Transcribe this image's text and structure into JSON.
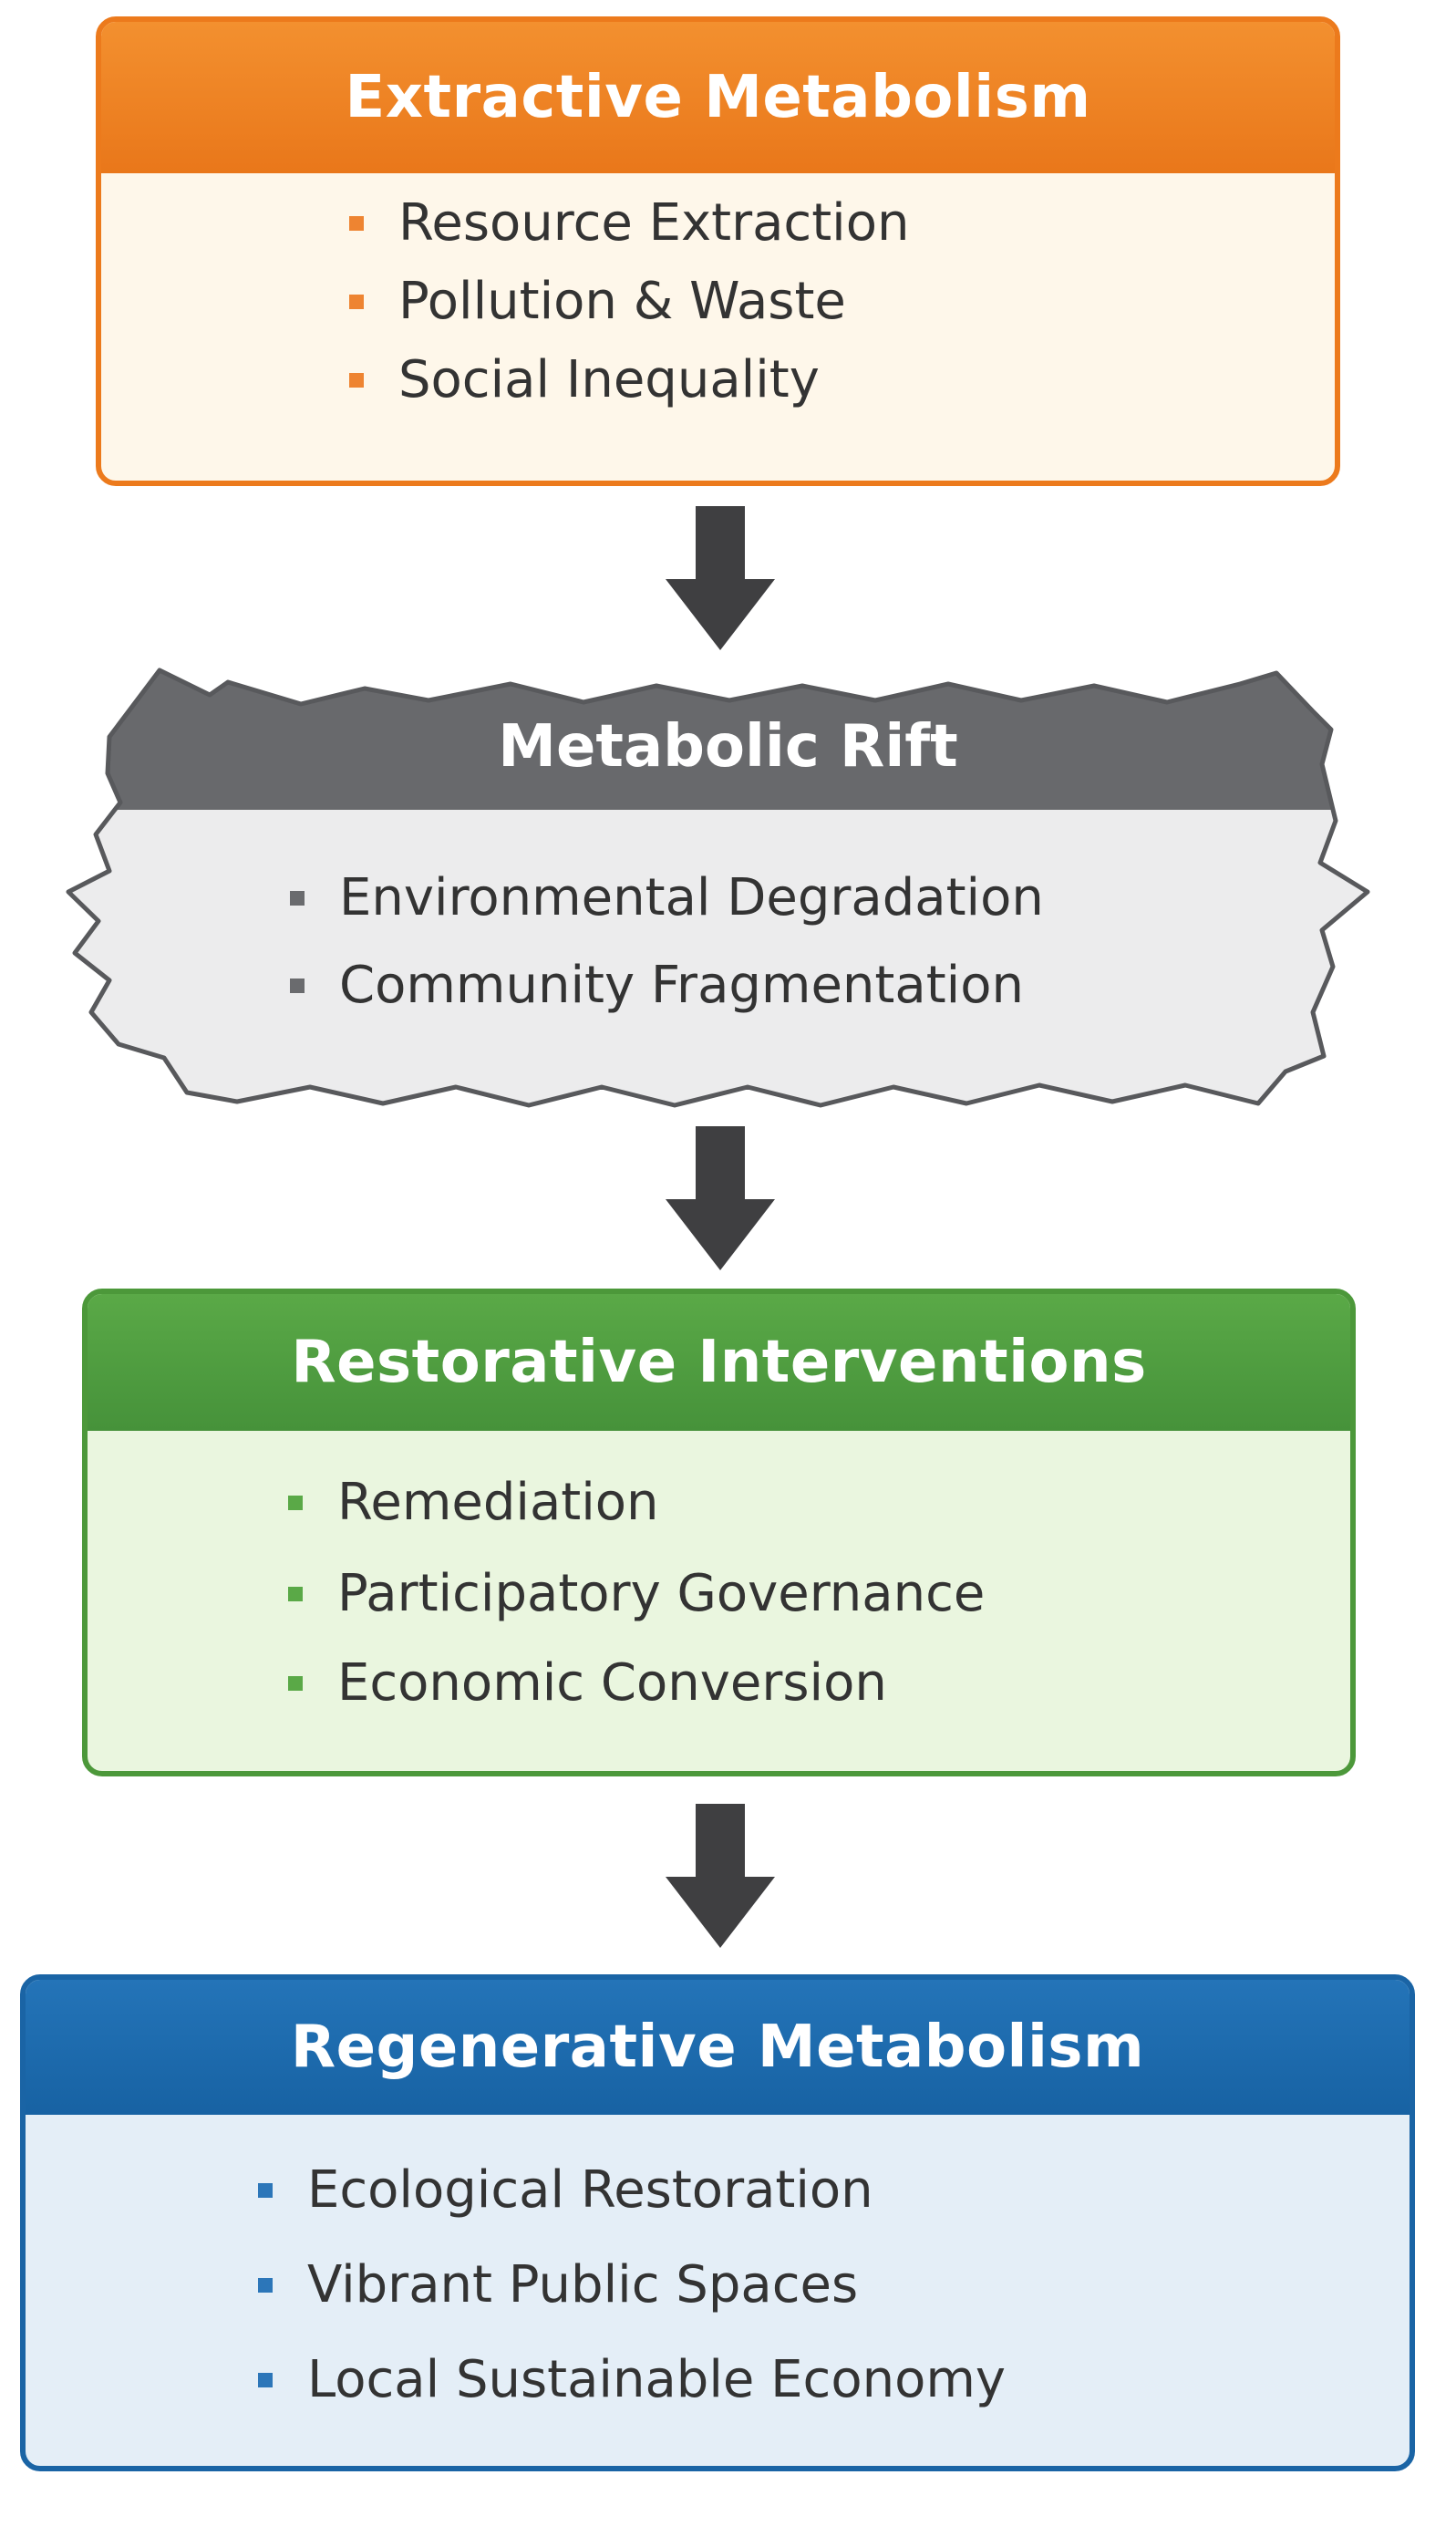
{
  "stages": [
    {
      "title": "Extractive Metabolism",
      "items": [
        "Resource Extraction",
        "Pollution & Waste",
        "Social Inequality"
      ]
    },
    {
      "title": "Metabolic Rift",
      "items": [
        "Environmental Degradation",
        "Community Fragmentation"
      ]
    },
    {
      "title": "Restorative Interventions",
      "items": [
        "Remediation",
        "Participatory Governance",
        "Economic Conversion"
      ]
    },
    {
      "title": "Regenerative Metabolism",
      "items": [
        "Ecological Restoration",
        "Vibrant Public Spaces",
        "Local Sustainable Economy"
      ]
    }
  ],
  "colors": {
    "extractive": "#ec7a1c",
    "rift": "#6a6b6e",
    "restorative": "#4c983a",
    "regenerative": "#1a64a5",
    "arrow": "#3f3f41"
  },
  "icons": {
    "connector": "down-arrow-icon"
  }
}
